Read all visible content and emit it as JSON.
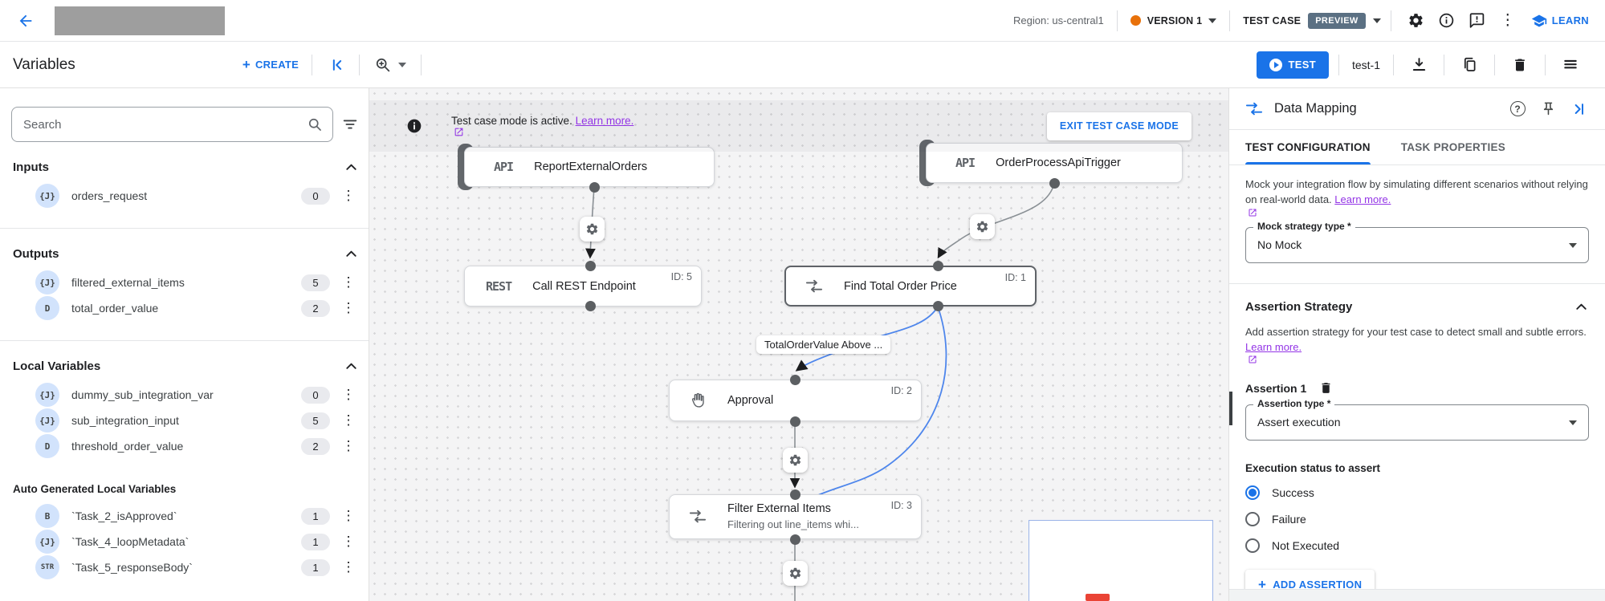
{
  "icons": {
    "more": "⋮",
    "help": "?",
    "plus": "+"
  },
  "topbar": {
    "region": "Region: us-central1",
    "version": {
      "label": "VERSION 1"
    },
    "test_case_label": "TEST CASE",
    "preview_badge": "PREVIEW",
    "learn": "LEARN"
  },
  "toolbar": {
    "title": "Variables",
    "create": "CREATE",
    "test_button": "TEST",
    "test_case_name": "test-1"
  },
  "sidebar": {
    "search_placeholder": "Search",
    "inputs": {
      "title": "Inputs",
      "items": [
        {
          "type": "{J}",
          "name": "orders_request",
          "count": "0"
        }
      ]
    },
    "outputs": {
      "title": "Outputs",
      "items": [
        {
          "type": "{J}",
          "name": "filtered_external_items",
          "count": "5"
        },
        {
          "type": "D",
          "name": "total_order_value",
          "count": "2"
        }
      ]
    },
    "locals": {
      "title": "Local Variables",
      "items": [
        {
          "type": "{J}",
          "name": "dummy_sub_integration_var",
          "count": "0"
        },
        {
          "type": "{J}",
          "name": "sub_integration_input",
          "count": "5"
        },
        {
          "type": "D",
          "name": "threshold_order_value",
          "count": "2"
        }
      ]
    },
    "auto_locals": {
      "title": "Auto Generated Local Variables",
      "items": [
        {
          "type": "B",
          "name": "`Task_2_isApproved`",
          "count": "1"
        },
        {
          "type": "{J}",
          "name": "`Task_4_loopMetadata`",
          "count": "1"
        },
        {
          "type": "STR",
          "name": "`Task_5_responseBody`",
          "count": "1"
        }
      ]
    }
  },
  "canvas": {
    "banner": {
      "text": "Test case mode is active.",
      "link": "Learn more.",
      "exit_button": "EXIT TEST CASE MODE"
    },
    "edge_label": "TotalOrderValue Above ...",
    "nodes": [
      {
        "badge": "API",
        "title": "ReportExternalOrders"
      },
      {
        "badge": "API",
        "title": "OrderProcessApiTrigger"
      },
      {
        "badge": "REST",
        "title": "Call REST Endpoint",
        "id": "ID: 5"
      },
      {
        "title": "Find Total Order Price",
        "id": "ID: 1"
      },
      {
        "title": "Approval",
        "id": "ID: 2"
      },
      {
        "title": "Filter External Items",
        "subtitle": "Filtering out line_items whi...",
        "id": "ID: 3"
      }
    ]
  },
  "panel": {
    "title": "Data Mapping",
    "tabs": {
      "test_configuration": "TEST CONFIGURATION",
      "task_properties": "TASK PROPERTIES"
    },
    "mock": {
      "description": "Mock your integration flow by simulating different scenarios without relying on real-world data.",
      "link": "Learn more.",
      "field_label": "Mock strategy type *",
      "field_value": "No Mock"
    },
    "assertion": {
      "section_title": "Assertion Strategy",
      "description": "Add assertion strategy for your test case to detect small and subtle errors.",
      "link": "Learn more.",
      "item_title": "Assertion 1",
      "type_label": "Assertion type *",
      "type_value": "Assert execution",
      "status_label": "Execution status to assert",
      "options": [
        {
          "label": "Success",
          "selected": true
        },
        {
          "label": "Failure",
          "selected": false
        },
        {
          "label": "Not Executed",
          "selected": false
        }
      ],
      "add_button": "ADD ASSERTION"
    }
  },
  "colors": {
    "accent_blue": "#1a73e8",
    "link_purple": "#9334e6",
    "version_dot_orange": "#e8710a",
    "preview_badge_bg": "#5b7083",
    "edge_gray": "#8a9095",
    "edge_blue": "#4e86ec",
    "canvas_bg": "#f4f4f5"
  }
}
